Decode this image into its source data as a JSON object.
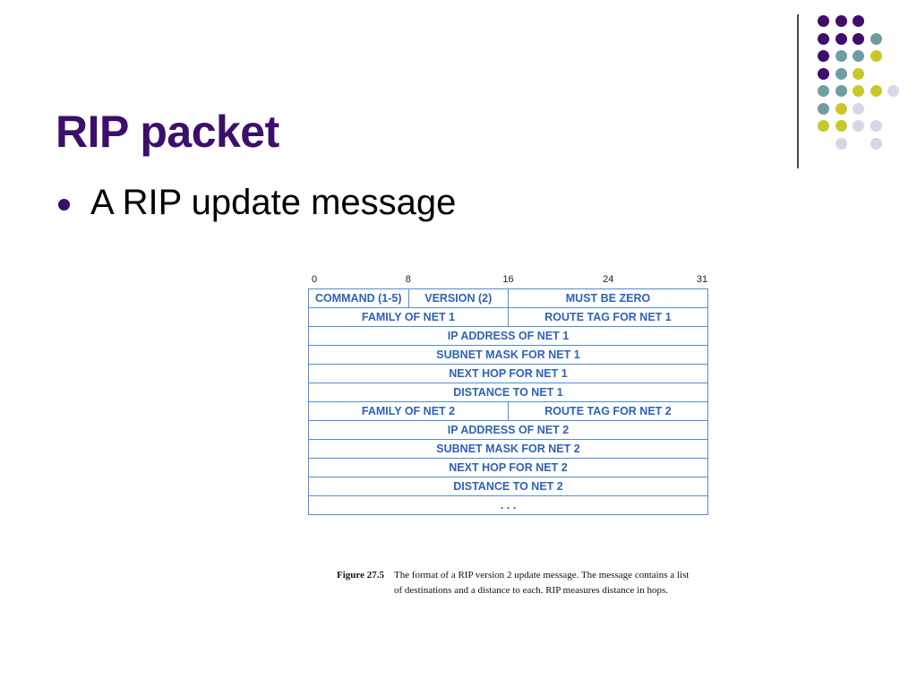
{
  "slide": {
    "title": "RIP packet",
    "bullet": "A RIP update message"
  },
  "colors": {
    "title": "#3d0e6b",
    "dot_purple": "#3d0e6b",
    "dot_teal": "#6f9ea0",
    "dot_yellow": "#c8c82a",
    "dot_lavender": "#d8d6e6",
    "field_text": "#2f62b4",
    "field_border": "#4a90d4"
  },
  "decoration": {
    "dot_rows": [
      [
        "purple",
        "purple",
        "purple"
      ],
      [
        "purple",
        "purple",
        "purple",
        "teal"
      ],
      [
        "purple",
        "teal",
        "teal",
        "yellow"
      ],
      [
        "purple",
        "teal",
        "yellow"
      ],
      [
        "teal",
        "teal",
        "yellow",
        "yellow",
        "lavender"
      ],
      [
        "teal",
        "yellow",
        "lavender"
      ],
      [
        "yellow",
        "yellow",
        "lavender",
        "lavender"
      ],
      [
        "lavender",
        "lavender"
      ]
    ]
  },
  "figure": {
    "bit_labels": [
      "0",
      "8",
      "16",
      "24",
      "31"
    ],
    "rows": [
      [
        {
          "text": "COMMAND (1-5)",
          "span": 1
        },
        {
          "text": "VERSION (2)",
          "span": 1
        },
        {
          "text": "MUST BE ZERO",
          "span": 2
        }
      ],
      [
        {
          "text": "FAMILY OF NET 1",
          "span": 2
        },
        {
          "text": "ROUTE TAG FOR NET 1",
          "span": 2
        }
      ],
      [
        {
          "text": "IP ADDRESS OF NET 1",
          "span": 4
        }
      ],
      [
        {
          "text": "SUBNET MASK FOR NET 1",
          "span": 4
        }
      ],
      [
        {
          "text": "NEXT HOP FOR NET 1",
          "span": 4
        }
      ],
      [
        {
          "text": "DISTANCE TO NET 1",
          "span": 4
        }
      ],
      [
        {
          "text": "FAMILY OF NET 2",
          "span": 2
        },
        {
          "text": "ROUTE TAG FOR NET 2",
          "span": 2
        }
      ],
      [
        {
          "text": "IP ADDRESS OF NET 2",
          "span": 4
        }
      ],
      [
        {
          "text": "SUBNET MASK FOR NET 2",
          "span": 4
        }
      ],
      [
        {
          "text": "NEXT HOP FOR NET 2",
          "span": 4
        }
      ],
      [
        {
          "text": "DISTANCE TO NET 2",
          "span": 4
        }
      ],
      [
        {
          "text": ". . .",
          "span": 4
        }
      ]
    ],
    "caption_label": "Figure 27.5",
    "caption_text": "The format of a RIP version 2 update message.  The message contains a list of destinations and a distance to each.  RIP measures distance in hops."
  }
}
